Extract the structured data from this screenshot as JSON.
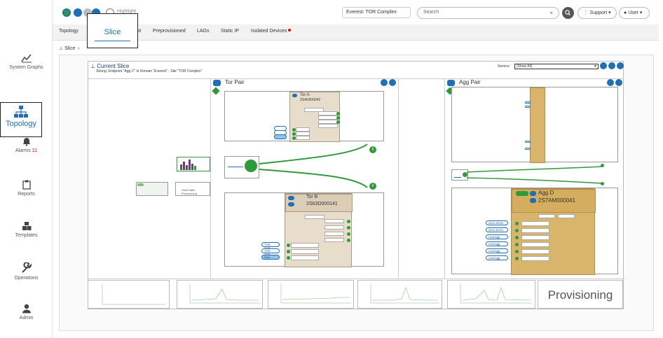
{
  "sidebar": {
    "items": [
      {
        "label": "System Graphs"
      },
      {
        "label": "Topology"
      },
      {
        "label": "Alarms",
        "count": "11"
      },
      {
        "label": "Reports"
      },
      {
        "label": "Templates"
      },
      {
        "label": "Operations"
      },
      {
        "label": "Admin"
      }
    ]
  },
  "topbar": {
    "logo_text": "Highlight",
    "domain": "Everest: TOR Complex",
    "search_placeholder": "Search",
    "support_label": "Support",
    "user_label": "User"
  },
  "tabs": [
    "Topology",
    "Slice",
    "Provisioned",
    "Preprovisioned",
    "LAGs",
    "Static IP",
    "Isolated Devices"
  ],
  "breadcrumb": "Slice",
  "slice": {
    "title": "Current Slice",
    "subtitle": "Slicing: Endpoint \"Agg C\" in Domain \"Everest\" - Site \"TOR Complex\"",
    "service_label": "Service:",
    "service_value": "(Show All)"
  },
  "tor_pair": {
    "title": "Tor Pair",
    "tor_a_name": "Tor A",
    "tor_a_serial": "2S4U000042",
    "tor_b_name": "Tor B",
    "tor_b_serial": "2S63D000141",
    "tags": [
      "TOR-TOR",
      "TOR-TOR",
      "Host"
    ]
  },
  "agg_pair": {
    "title": "Agg Pair",
    "agg_d_name": "Agg D",
    "agg_d_serial": "2S7AM000041",
    "tags": [
      "AGG-AGGs",
      "AGG-AGGs",
      "Leaf-Agg",
      "Leaf-Agg",
      "Leaf-Agg",
      "Leaf-Agg"
    ]
  },
  "left_node_label": "Host traffic Provisioning",
  "provisioning_label": "Provisioning",
  "colors": {
    "accent": "#1e6fb5",
    "green": "#2e9b3a",
    "tan": "#e8dccb",
    "gold": "#d9b56b"
  }
}
